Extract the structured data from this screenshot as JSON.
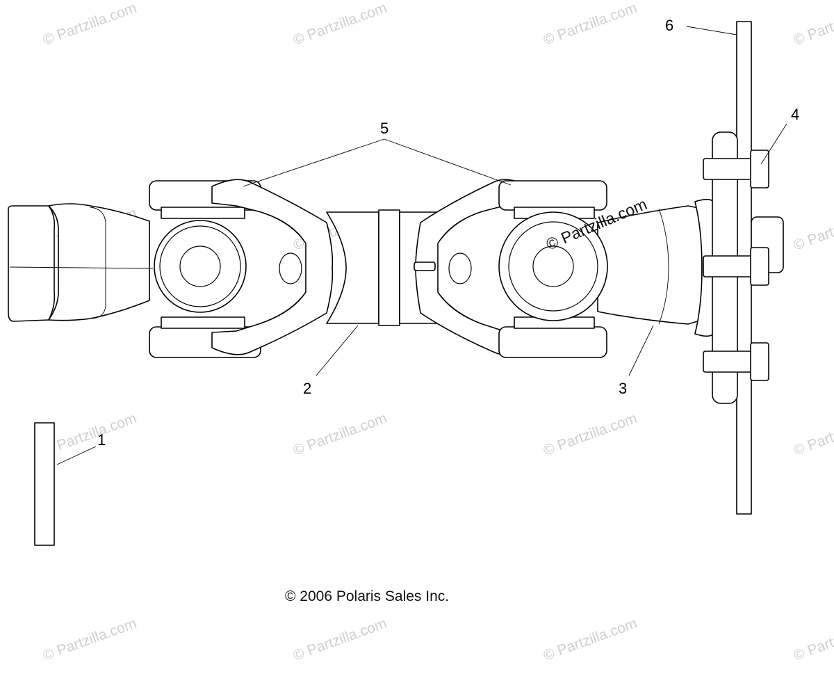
{
  "callouts": [
    {
      "label": "1"
    },
    {
      "label": "2"
    },
    {
      "label": "3"
    },
    {
      "label": "4"
    },
    {
      "label": "5"
    },
    {
      "label": "6"
    }
  ],
  "copyright": "© 2006 Polaris Sales Inc.",
  "watermark": {
    "text": "© Partzilla.com",
    "prominent_text": "© Partzilla.com"
  }
}
